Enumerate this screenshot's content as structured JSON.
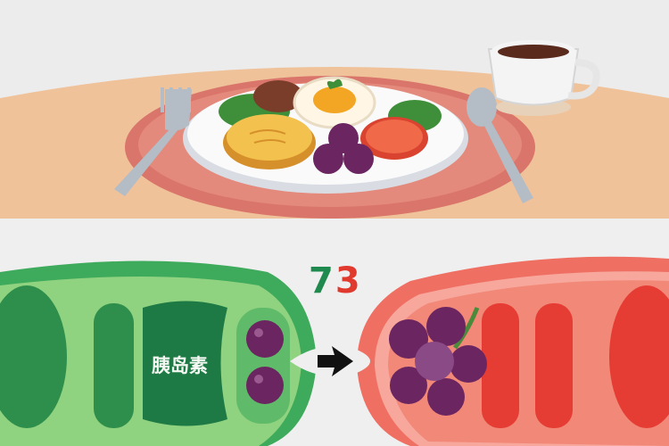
{
  "illustration": {
    "number_digits": [
      "7",
      "3"
    ],
    "insulin_label": "胰岛素",
    "colors": {
      "table": "#f0c29a",
      "placemat": "#d9756a",
      "green_vessel": "#3daa5c",
      "red_vessel": "#ef6f63",
      "grape": "#6b2560",
      "digit_green": "#1e8a4e",
      "digit_red": "#e0392e"
    },
    "icons": [
      "fork-icon",
      "spoon-icon",
      "coffee-cup-icon",
      "plate-icon",
      "arrow-right-icon"
    ]
  }
}
